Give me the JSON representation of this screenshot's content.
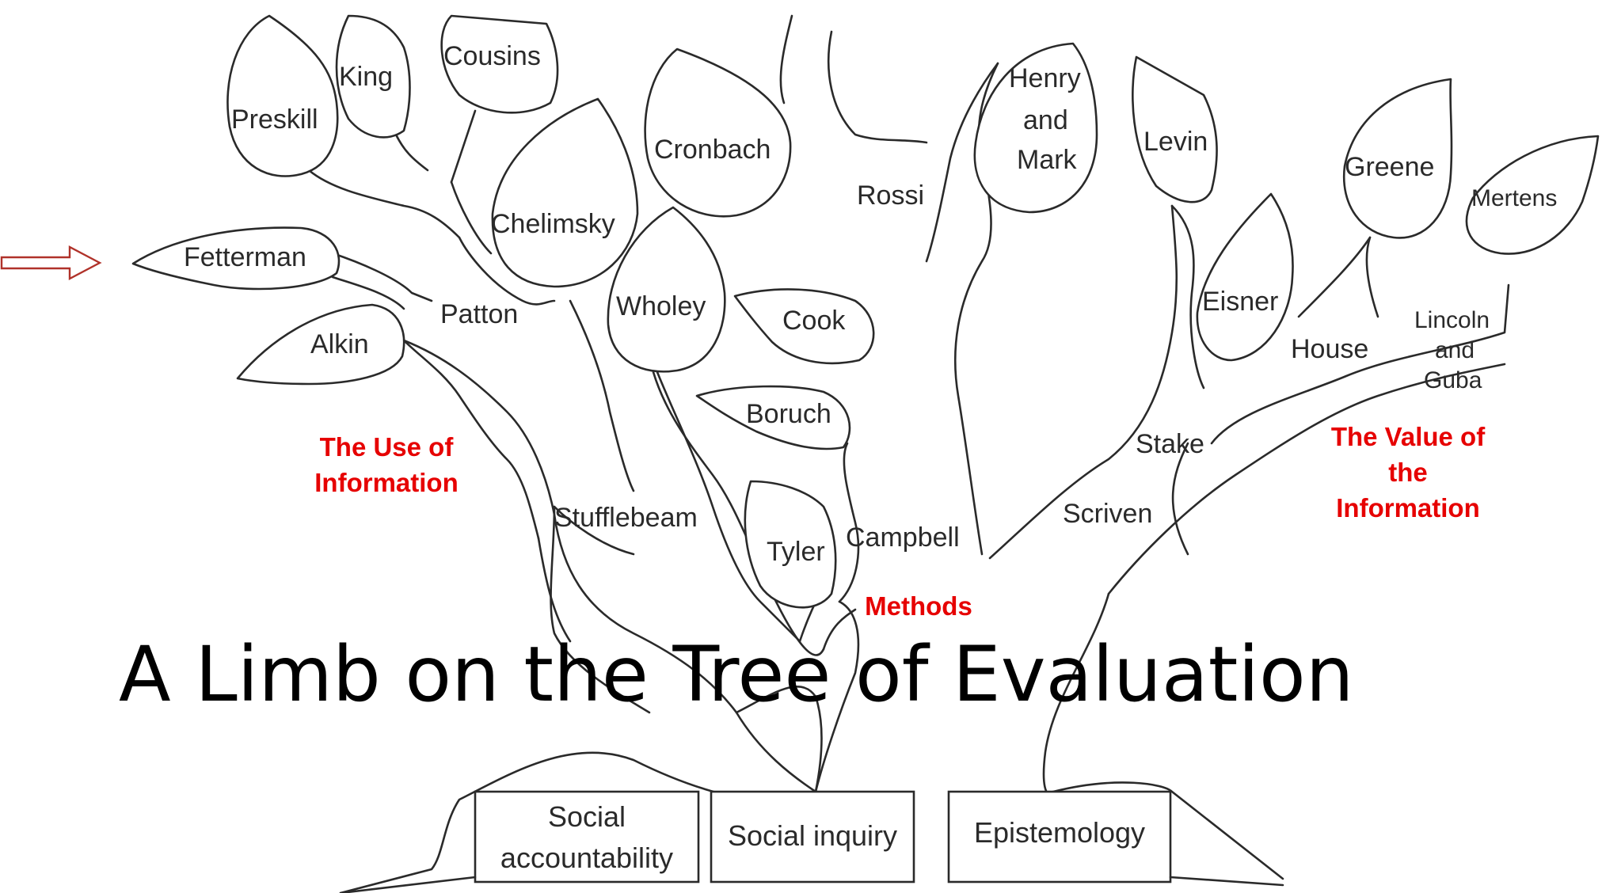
{
  "title": "A Limb on the Tree of Evaluation",
  "categories": {
    "use": [
      "The Use of",
      "Information"
    ],
    "methods": [
      "Methods"
    ],
    "value": [
      "The Value of",
      "the",
      "Information"
    ]
  },
  "theorists": {
    "preskill": "Preskill",
    "king": "King",
    "cousins": "Cousins",
    "fetterman": "Fetterman",
    "alkin": "Alkin",
    "patton": "Patton",
    "chelimsky": "Chelimsky",
    "cronbach": "Cronbach",
    "wholey": "Wholey",
    "cook": "Cook",
    "boruch": "Boruch",
    "tyler": "Tyler",
    "campbell": "Campbell",
    "stufflebeam": "Stufflebeam",
    "rossi": "Rossi",
    "henry_mark": [
      "Henry",
      "and",
      "Mark"
    ],
    "levin": "Levin",
    "greene": "Greene",
    "mertens": "Mertens",
    "eisner": "Eisner",
    "house": "House",
    "lincoln_guba": [
      "Lincoln",
      "and",
      "Guba"
    ],
    "stake": "Stake",
    "scriven": "Scriven"
  },
  "roots": {
    "accountability": [
      "Social",
      "accountability"
    ],
    "inquiry": "Social inquiry",
    "epistemology": "Epistemology"
  },
  "colors": {
    "category_text": "#e60000",
    "arrow": "#b0322a",
    "line": "#2a2a2a"
  },
  "icons": {
    "pointer": "right-arrow-icon"
  }
}
